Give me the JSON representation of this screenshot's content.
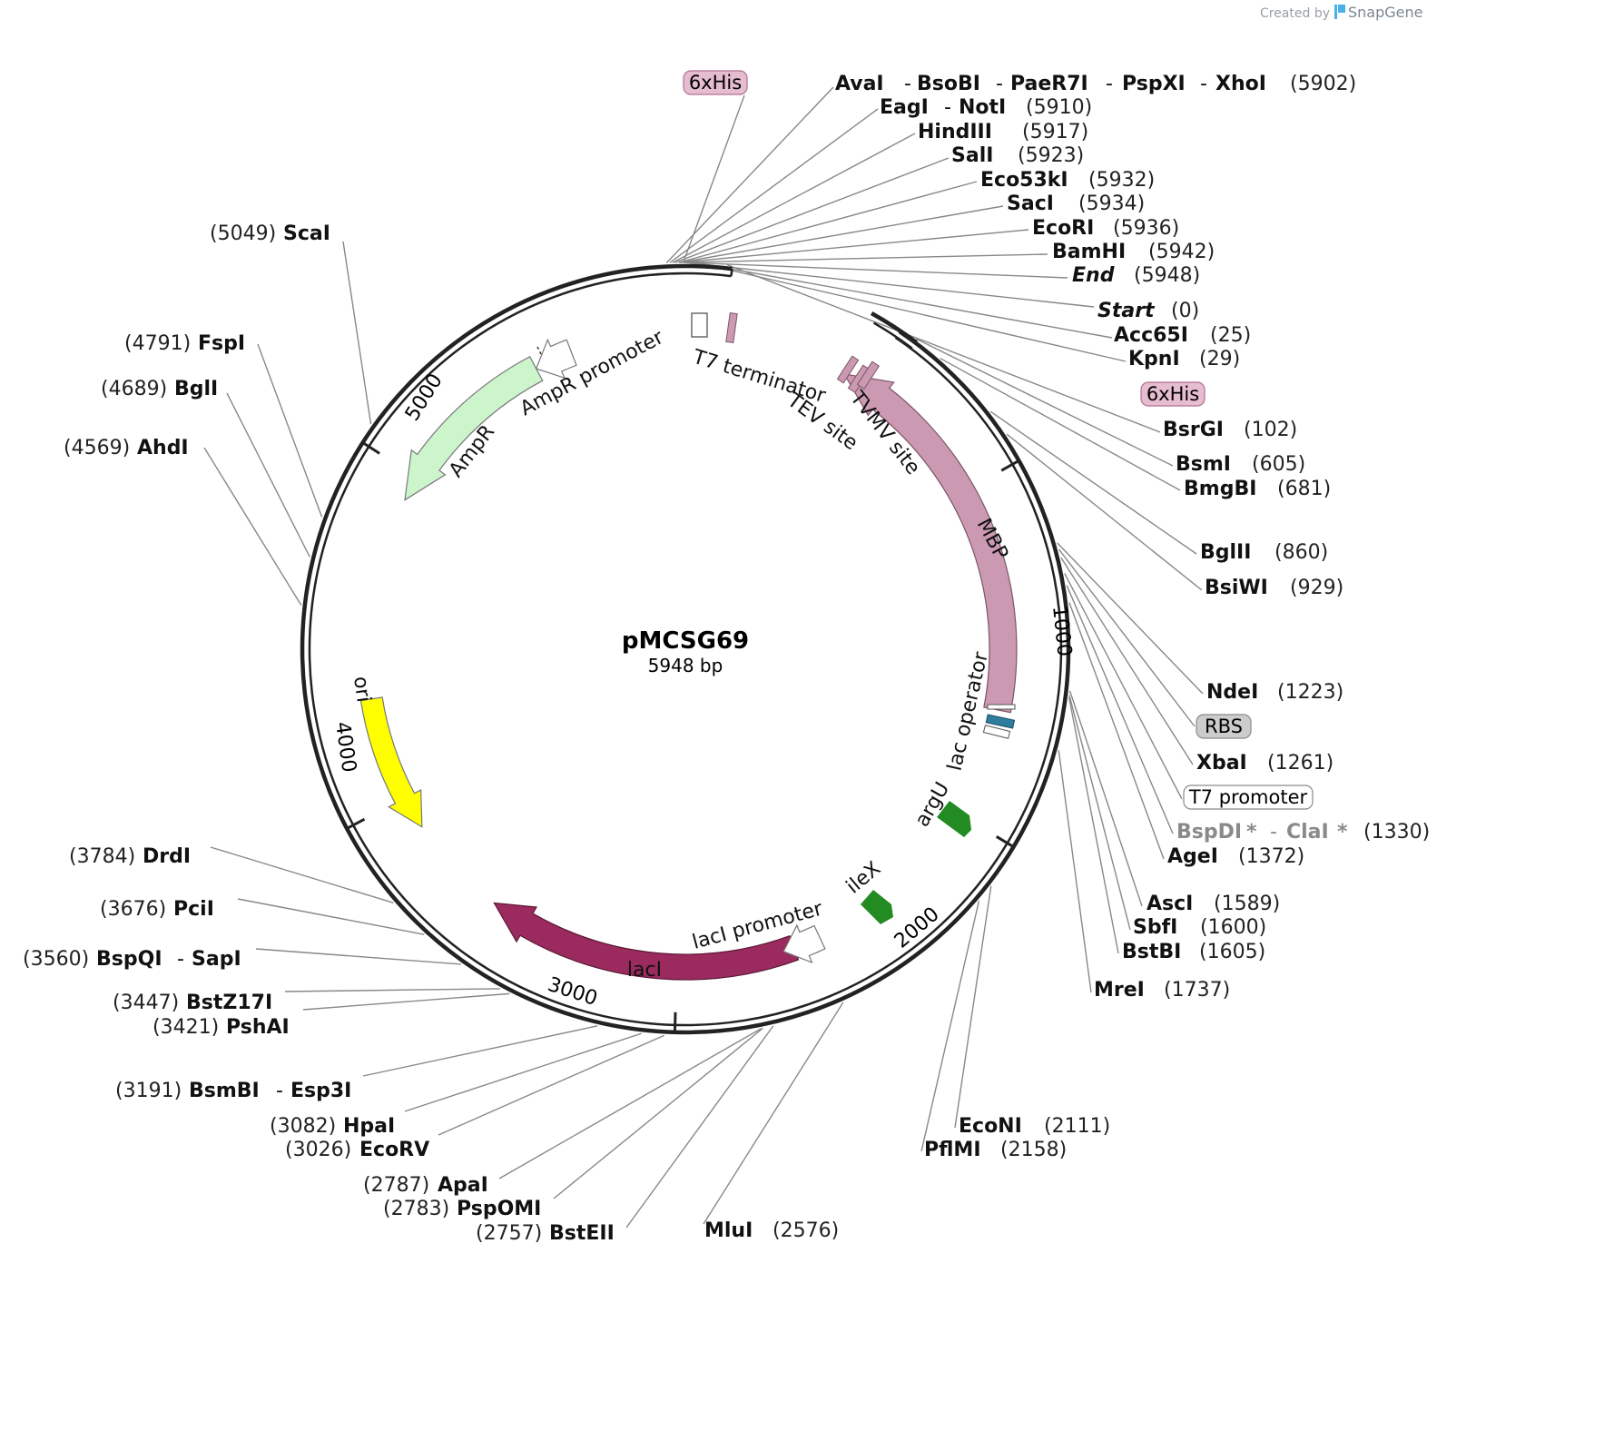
{
  "credit": {
    "created_by": "Created by",
    "brand": "SnapGene"
  },
  "plasmid": {
    "name": "pMCSG69",
    "length": "5948 bp"
  },
  "ticks": {
    "t1000": "1000",
    "t2000": "2000",
    "t3000": "3000",
    "t4000": "4000",
    "t5000": "5000"
  },
  "features": {
    "AmpR": "AmpR",
    "AmpR_promoter": "AmpR promoter",
    "ori": "ori",
    "lacI": "lacI",
    "lacI_promoter": "lacI promoter",
    "ileX": "ileX",
    "argU": "argU",
    "lac_operator": "lac operator",
    "MBP": "MBP",
    "TEV_site": "TEV site",
    "TVMV_site": "TVMV site",
    "T7_terminator": "T7 terminator",
    "his_top": "6xHis",
    "his_right": "6xHis",
    "RBS": "RBS",
    "T7_promoter": "T7 promoter"
  },
  "sites": {
    "avai": "AvaI",
    "bsobi": "BsoBI",
    "paer7i": "PaeR7I",
    "pspxi": "PspXI",
    "xhoi": "XhoI",
    "avai_pos": "(5902)",
    "eagi": "EagI",
    "noti": "NotI",
    "eagi_pos": "(5910)",
    "hindiii": "HindIII",
    "hindiii_pos": "(5917)",
    "sali": "SalI",
    "sali_pos": "(5923)",
    "eco53ki": "Eco53kI",
    "eco53ki_pos": "(5932)",
    "saci": "SacI",
    "saci_pos": "(5934)",
    "ecori": "EcoRI",
    "ecori_pos": "(5936)",
    "bamhi": "BamHI",
    "bamhi_pos": "(5942)",
    "end": "End",
    "end_pos": "(5948)",
    "start": "Start",
    "start_pos": "(0)",
    "acc65i": "Acc65I",
    "acc65i_pos": "(25)",
    "kpni": "KpnI",
    "kpni_pos": "(29)",
    "bsrgi": "BsrGI",
    "bsrgi_pos": "(102)",
    "bsmi": "BsmI",
    "bsmi_pos": "(605)",
    "bmgbi": "BmgBI",
    "bmgbi_pos": "(681)",
    "bglii": "BglII",
    "bglii_pos": "(860)",
    "bsiwi": "BsiWI",
    "bsiwi_pos": "(929)",
    "ndei": "NdeI",
    "ndei_pos": "(1223)",
    "xbai": "XbaI",
    "xbai_pos": "(1261)",
    "bspdi": "BspDI",
    "clai": "ClaI",
    "star": "*",
    "bspdi_pos": "(1330)",
    "agei": "AgeI",
    "agei_pos": "(1372)",
    "asci": "AscI",
    "asci_pos": "(1589)",
    "sbfi": "SbfI",
    "sbfi_pos": "(1600)",
    "bstbi": "BstBI",
    "bstbi_pos": "(1605)",
    "mrei": "MreI",
    "mrei_pos": "(1737)",
    "econi": "EcoNI",
    "econi_pos": "(2111)",
    "pflmi": "PflMI",
    "pflmi_pos": "(2158)",
    "mlui": "MluI",
    "mlui_pos": "(2576)",
    "bsteii": "BstEII",
    "bsteii_pos": "(2757)",
    "pspomi": "PspOMI",
    "pspomi_pos": "(2783)",
    "apai": "ApaI",
    "apai_pos": "(2787)",
    "ecorv": "EcoRV",
    "ecorv_pos": "(3026)",
    "hpai": "HpaI",
    "hpai_pos": "(3082)",
    "bsmbi": "BsmBI",
    "esp3i": "Esp3I",
    "bsmbi_pos": "(3191)",
    "pshai": "PshAI",
    "pshai_pos": "(3421)",
    "bstz17i": "BstZ17I",
    "bstz17i_pos": "(3447)",
    "bspqi": "BspQI",
    "sapi": "SapI",
    "bspqi_pos": "(3560)",
    "pcii": "PciI",
    "pcii_pos": "(3676)",
    "drdi": "DrdI",
    "drdi_pos": "(3784)",
    "ahdi": "AhdI",
    "ahdi_pos": "(4569)",
    "bgli": "BglI",
    "bgli_pos": "(4689)",
    "fspi": "FspI",
    "fspi_pos": "(4791)",
    "scai": "ScaI",
    "scai_pos": "(5049)",
    "dash": "-"
  },
  "colors": {
    "backbone": "#222222",
    "AmpR": "#ccf5cc",
    "ori": "#ffff00",
    "lacI": "#9b2a5e",
    "MBP": "#cc99b2",
    "his_tag": "#e6bdd0",
    "gene_small": "#228b22",
    "rbs_badge": "#cccccc",
    "lac_operator": "#2f7d9c",
    "leader_line": "#888888"
  }
}
